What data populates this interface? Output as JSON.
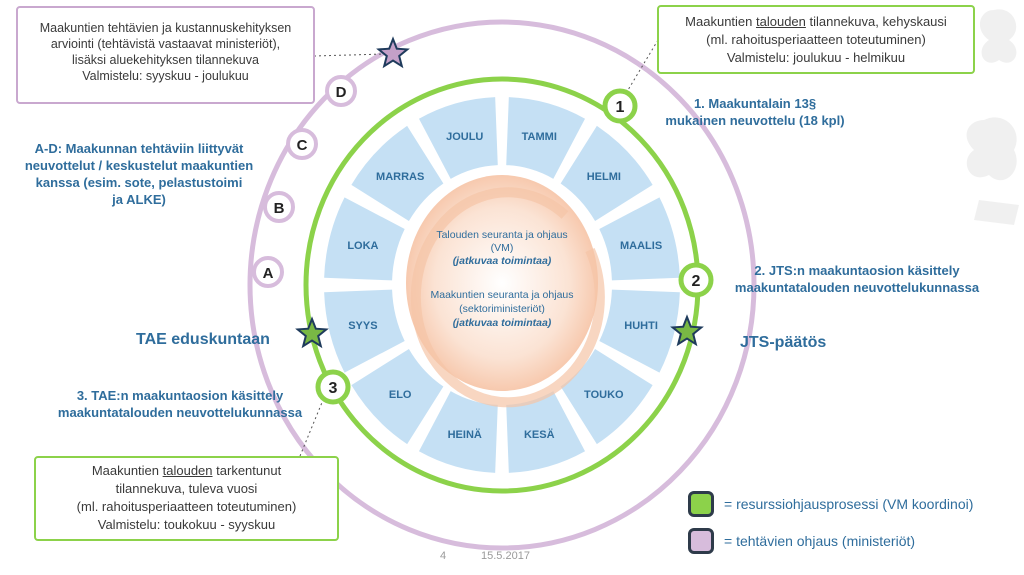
{
  "months": [
    "JOULU",
    "TAMMI",
    "HELMI",
    "MAALIS",
    "HUHTI",
    "TOUKO",
    "KESÄ",
    "HEINÄ",
    "ELO",
    "SYYS",
    "LOKA",
    "MARRAS"
  ],
  "center": {
    "line1": "Talouden seuranta ja ohjaus",
    "line2": "(VM)",
    "line3": "(jatkuvaa toimintaa)",
    "line4": "Maakuntien seuranta ja ohjaus",
    "line5": "(sektoriministeriöt)",
    "line6": "(jatkuvaa toimintaa)"
  },
  "markers": {
    "green": [
      "1",
      "2",
      "3"
    ],
    "pink": [
      "A",
      "B",
      "C",
      "D"
    ]
  },
  "boxes": {
    "top_left": {
      "l1": "Maakuntien tehtävien ja kustannuskehityksen",
      "l2": "arviointi (tehtävistä vastaavat ministeriöt),",
      "l3": "lisäksi aluekehityksen tilannekuva",
      "l4": "Valmistelu: syyskuu - joulukuu"
    },
    "top_right": {
      "l1a": "Maakuntien ",
      "l1b": "talouden",
      "l1c": " tilannekuva, kehyskausi",
      "l2": "(ml. rahoitusperiaatteen toteutuminen)",
      "l3": "Valmistelu: joulukuu  - helmikuu"
    },
    "bottom_left": {
      "l1a": "Maakuntien ",
      "l1b": "talouden",
      "l1c": " tarkentunut",
      "l2": "tilannekuva, tuleva vuosi",
      "l3": "(ml. rahoitusperiaatteen toteutuminen)",
      "l4": "Valmistelu: toukokuu - syyskuu"
    }
  },
  "labels": {
    "step1_l1": "1. Maakuntalain 13§",
    "step1_l2": "mukainen neuvottelu (18 kpl)",
    "step2_l1": "2. JTS:n maakuntaosion käsittely",
    "step2_l2": "maakuntatalouden neuvottelukunnassa",
    "step3_l1": "3. TAE:n maakuntaosion käsittely",
    "step3_l2": "maakuntatalouden neuvottelukunnassa",
    "ad_l1": "A-D: Maakunnan tehtäviin liittyvät",
    "ad_l2": "neuvottelut / keskustelut maakuntien",
    "ad_l3": "kanssa (esim. sote, pelastustoimi",
    "ad_l4": "ja ALKE)",
    "tae": "TAE eduskuntaan",
    "jts": "JTS-päätös"
  },
  "legend": {
    "green": "= resurssiohjausprosessi (VM koordinoi)",
    "pink": "= tehtävien ohjaus (ministeriöt)"
  },
  "footer": {
    "page": "4",
    "date": "15.5.2017"
  },
  "colors": {
    "green": "#8cd24a",
    "pink": "#c9a8cf",
    "month_fill": "#c5e0f4",
    "label_blue": "#2f6d9c",
    "star_fill_green": "#79b844",
    "star_fill_pink": "#c4a0c8",
    "star_stroke": "#1f3b5c"
  }
}
